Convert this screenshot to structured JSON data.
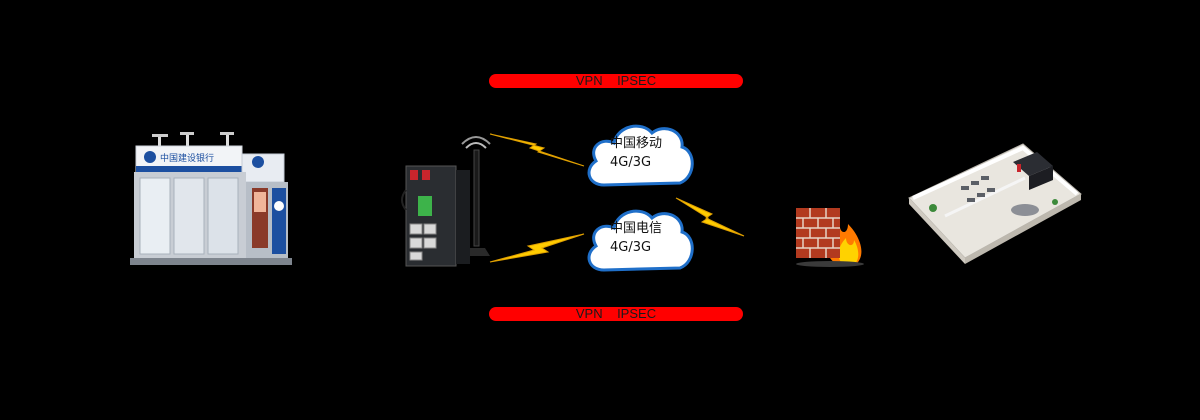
{
  "vpn_links": {
    "top": {
      "label": "VPN    IPSEC"
    },
    "bottom": {
      "label": "VPN    IPSEC"
    }
  },
  "clouds": {
    "mobile": {
      "name": "中国移动",
      "network": "4G/3G"
    },
    "telecom": {
      "name": "中国电信",
      "network": "4G/3G"
    }
  },
  "kiosk": {
    "bank_name": "中国建设银行"
  },
  "icons": [
    "bank-kiosk-icon",
    "router-icon",
    "lightning-icon",
    "cloud-icon",
    "firewall-icon",
    "office-floorplan-icon"
  ],
  "colors": {
    "background": "#000000",
    "vpn_bar": "#ff0000",
    "lightning": "#ffcc00",
    "cloud_fill": "#ffffff",
    "cloud_stroke": "#1f6fc9"
  }
}
